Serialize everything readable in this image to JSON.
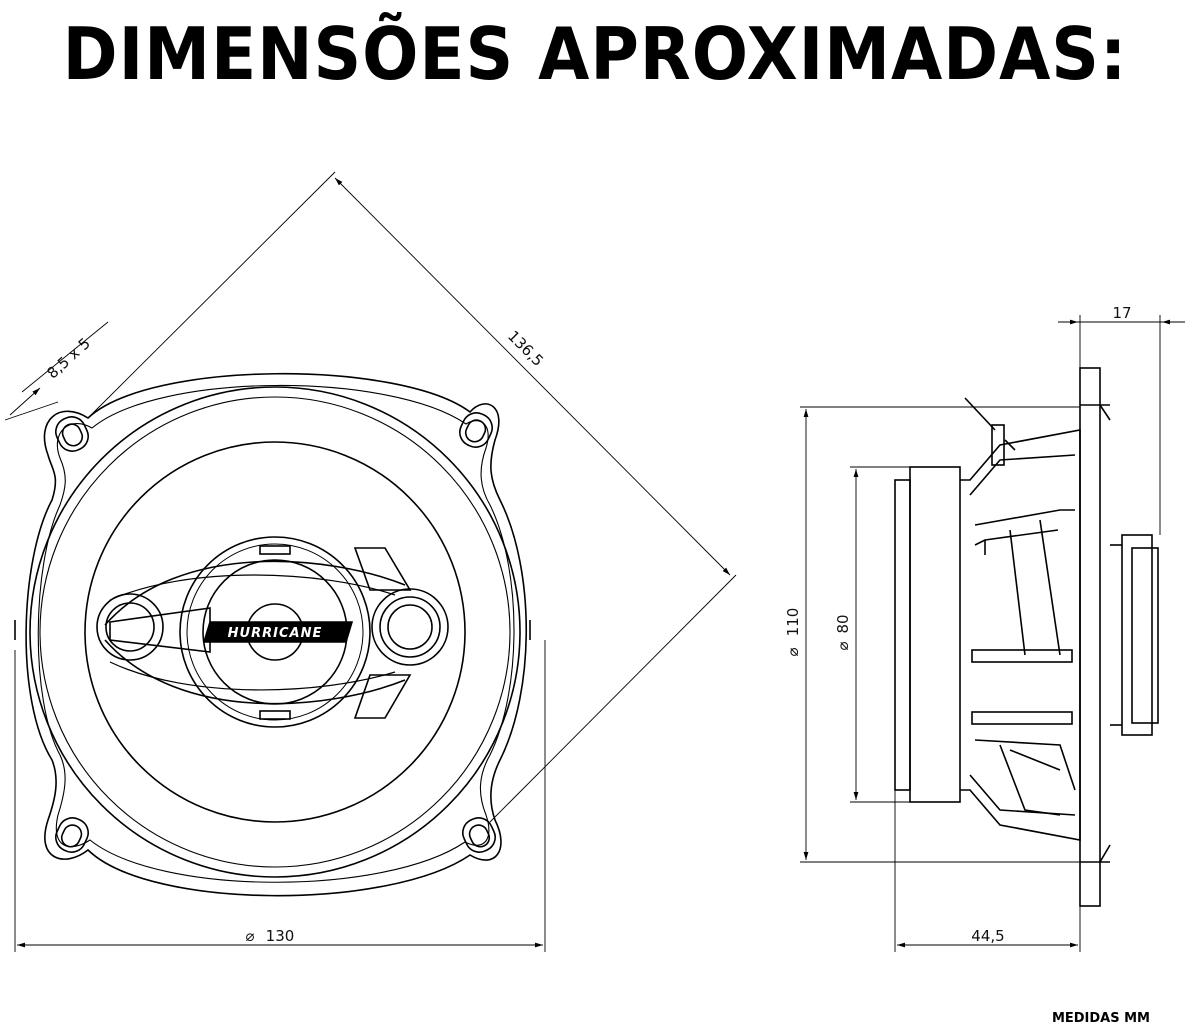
{
  "title": "DIMENSÕES APROXIMADAS:",
  "brand_logo_text": "HURRICANE",
  "dimensions": {
    "mount_hole": "8,5 x 5",
    "diagonal": "136,5",
    "outer_diameter": "130",
    "mount_depth": "17",
    "cone_diameter": "110",
    "magnet_diameter": "80",
    "total_depth": "44,5"
  },
  "diameter_symbol": "⌀",
  "units_note": "MEDIDAS MM"
}
